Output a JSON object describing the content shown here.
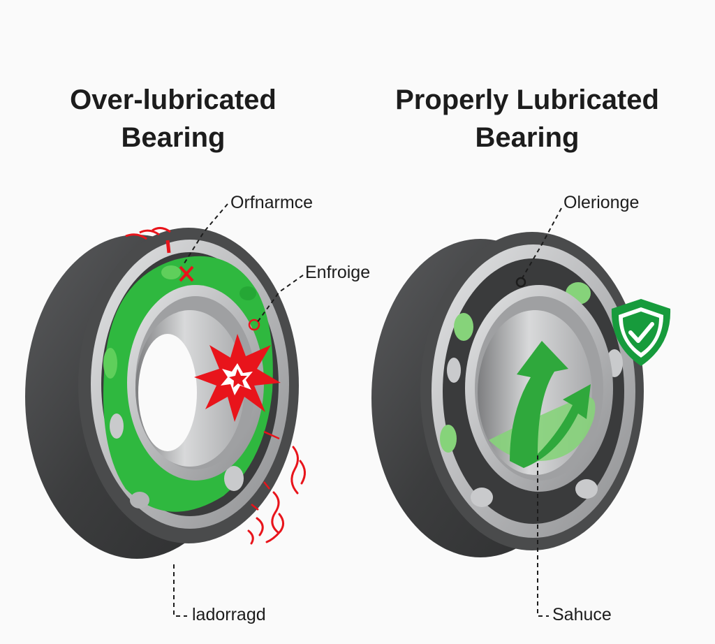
{
  "left_panel": {
    "title_line1": "Over-lubricated",
    "title_line2": "Bearing",
    "callout_top": "Orfnarmce",
    "callout_mid": "Enfroige",
    "callout_bottom": "ladorragd"
  },
  "right_panel": {
    "title_line1": "Properly Lubricated",
    "title_line2": "Bearing",
    "callout_top": "Olerionge",
    "callout_bottom": "Sahuce"
  },
  "colors": {
    "outer_ring": "#4a4b4c",
    "steel": "#bcbdbf",
    "grease_green": "#2fb83f",
    "light_green": "#86d37a",
    "warning_red": "#e8141b",
    "shield_green": "#179b3c"
  },
  "icons": [
    "explosion-icon",
    "heat-waves-icon",
    "check-shield-icon",
    "flow-arrow-icon"
  ]
}
